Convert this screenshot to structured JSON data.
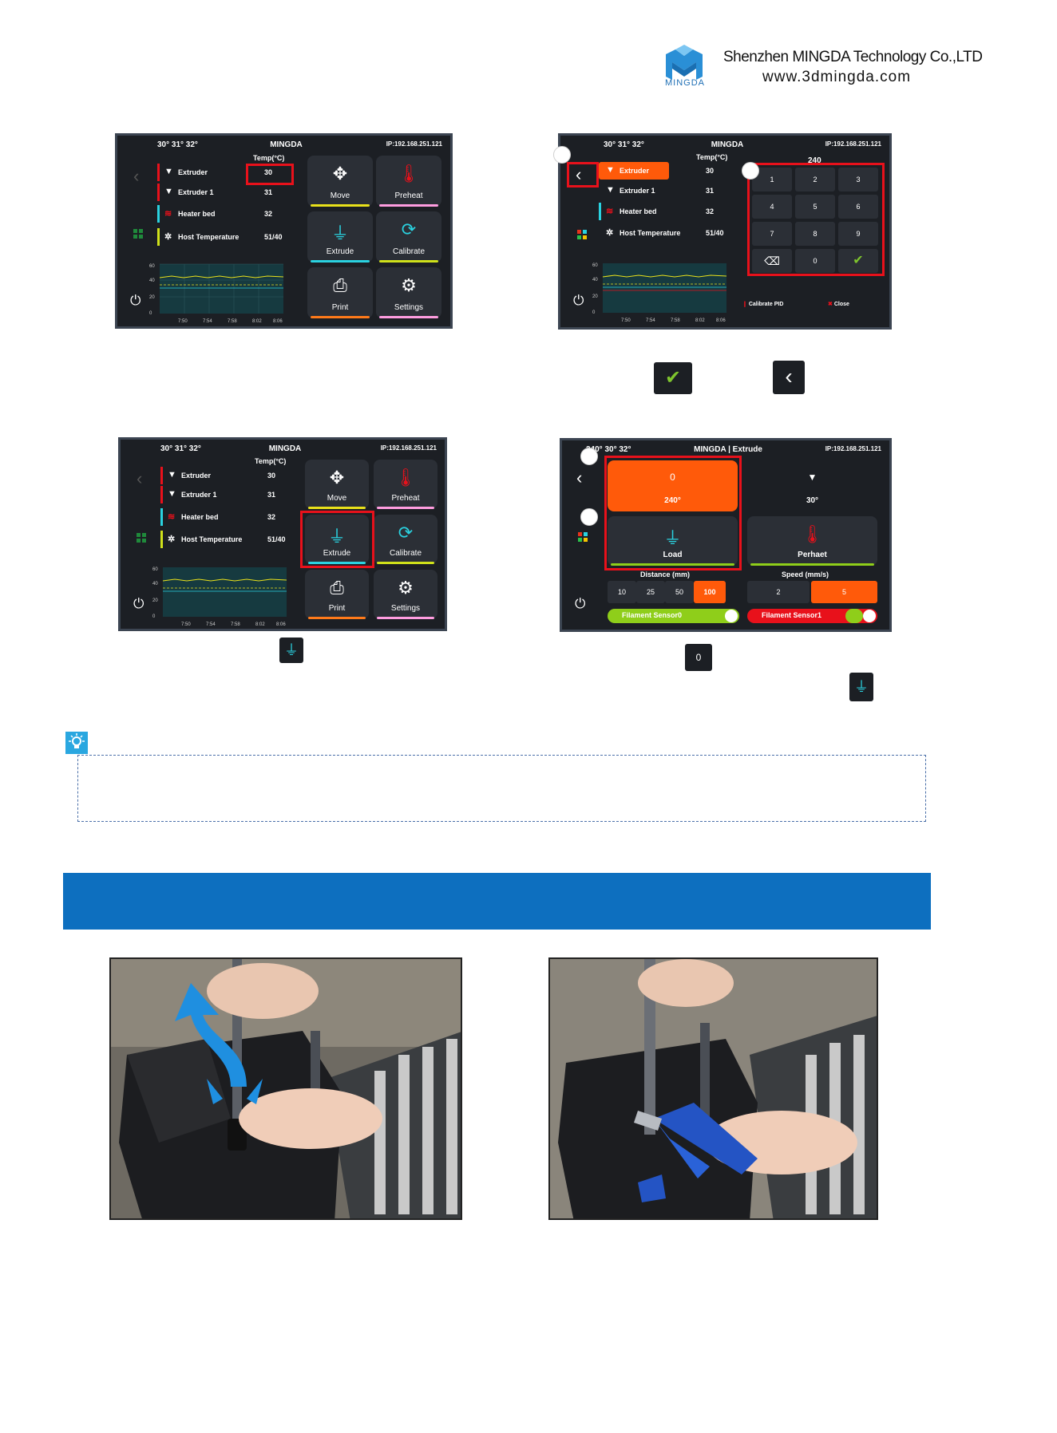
{
  "header": {
    "logo_word": "MINGDA",
    "company": "Shenzhen MINGDA Technology Co.,LTD",
    "website": "www.3dmingda.com"
  },
  "screens": {
    "title_main": "MINGDA",
    "title_extrude": "MINGDA | Extrude",
    "ip_label": "IP:",
    "ip_value": "192.168.251.121",
    "temp_col": "Temp(°C)",
    "status_temps": "30°   31°   32°",
    "status_temps_extrude": "240°   30°   32°",
    "rows": [
      {
        "label": "Extruder",
        "value": "30"
      },
      {
        "label": "Extruder 1",
        "value": "31"
      },
      {
        "label": "Heater bed",
        "value": "32"
      },
      {
        "label": "Host Temperature",
        "value": "51/40"
      }
    ],
    "chart": {
      "y_ticks": [
        "60",
        "40",
        "20",
        "0"
      ],
      "x_ticks": [
        "7:50",
        "7:54",
        "7:58",
        "8:02",
        "8:06"
      ]
    },
    "tiles": {
      "move": "Move",
      "preheat": "Preheat",
      "extrude": "Extrude",
      "calibrate": "Calibrate",
      "print": "Print",
      "settings": "Settings"
    },
    "keypad": {
      "display": "240",
      "keys": [
        "1",
        "2",
        "3",
        "4",
        "5",
        "6",
        "7",
        "8",
        "9",
        "",
        "0",
        ""
      ],
      "calibrate_pid": "Calibrate PID",
      "close": "Close"
    },
    "extrude": {
      "nozzle_temp": "240°",
      "nozzle2_temp": "30°",
      "nozzle_digit": "0",
      "load": "Load",
      "perhaet": "Perhaet",
      "distance_label": "Distance (mm)",
      "distances": [
        "10",
        "25",
        "50",
        "100"
      ],
      "speed_label": "Speed (mm/s)",
      "speeds": [
        "2",
        "5"
      ],
      "sensor0": "Filament Sensor0",
      "sensor1": "Filament Sensor1"
    }
  },
  "colors": {
    "accent_red": "#e8111b",
    "orange": "#ff5a0a",
    "blue": "#0d6fbf",
    "yellow_green": "#cfe11a",
    "cyan": "#2ad2e0"
  }
}
